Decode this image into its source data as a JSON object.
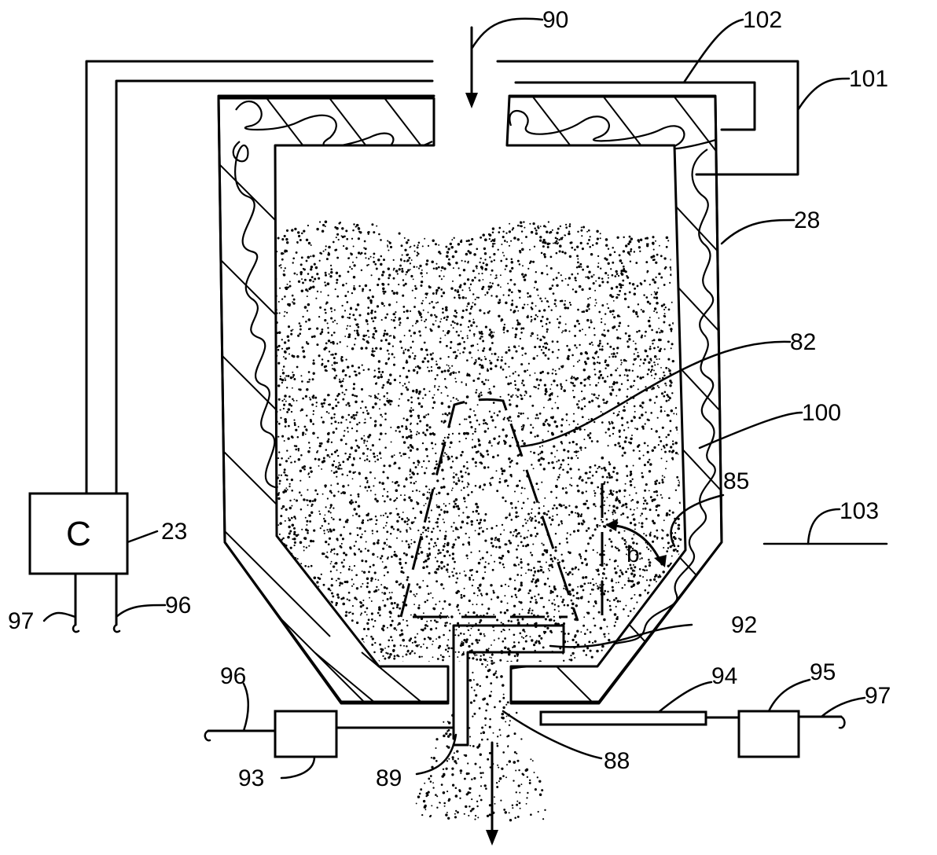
{
  "diagram": {
    "labels": {
      "l90": "90",
      "l102": "102",
      "l101": "101",
      "l28": "28",
      "l82": "82",
      "l100": "100",
      "l85": "85",
      "l103": "103",
      "l23": "23",
      "l97a": "97",
      "l96a": "96",
      "l92": "92",
      "l96b": "96",
      "l94": "94",
      "l95": "95",
      "l97b": "97",
      "l93": "93",
      "l89": "89",
      "l88": "88",
      "lb": "b"
    },
    "controller_letter": "C"
  },
  "colors": {
    "ink": "#000000",
    "paper": "#ffffff"
  }
}
